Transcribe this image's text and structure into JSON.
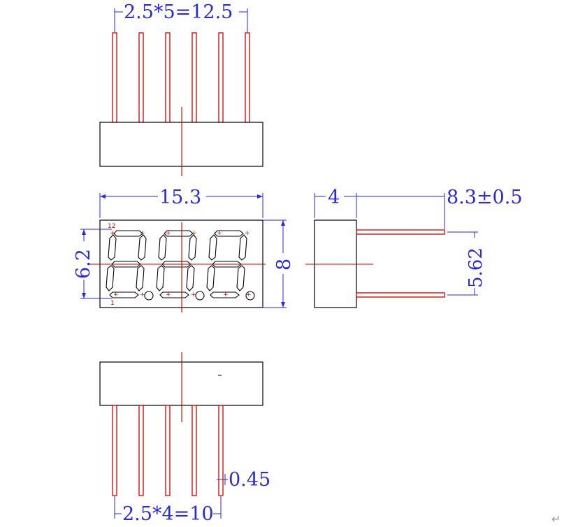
{
  "dimensions": {
    "top_pin_pitch": "2.5*5=12.5",
    "body_width": "15.3",
    "digit_height": "6.2",
    "body_height": "8",
    "side_depth": "4",
    "pin_length": "8.3±0.5",
    "pin_row_spacing": "5.62",
    "pin_diameter": "0.45",
    "bottom_pin_pitch": "2.5*4=10"
  },
  "pin_marks": {
    "pin1": "1",
    "pin12": "12"
  },
  "return_symbol": "↵",
  "colors": {
    "dimension": "#2a2ad8",
    "centerline": "#d00000",
    "outline": "#000000"
  }
}
